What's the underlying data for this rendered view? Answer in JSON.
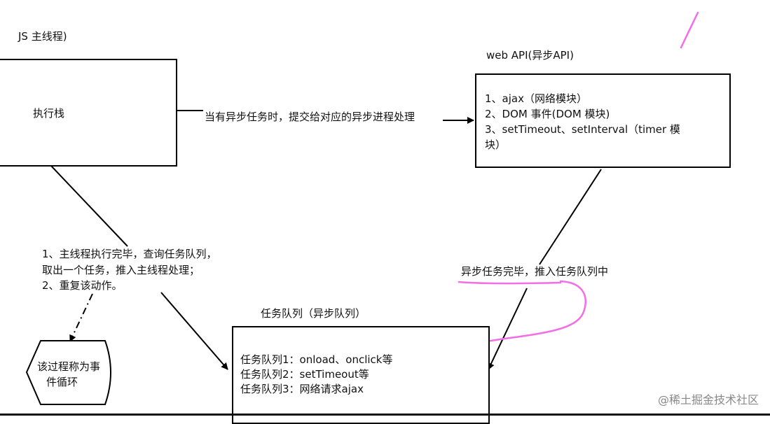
{
  "main_thread_title": "JS 主线程)",
  "exec_stack_label": "执行栈",
  "web_api_title": "web API(异步API)",
  "web_api_items": [
    "1、ajax（网络模块）",
    "2、DOM 事件(DOM 模块)",
    "3、setTimeout、setInterval（timer 模",
    "块）"
  ],
  "submit_label": "当有异步任务时，提交给对应的异步进程处理",
  "loop_notes": [
    "1、主线程执行完毕，查询任务队列，",
    "取出一个任务，推入主线程处理；",
    "2、重复该动作。"
  ],
  "async_done_label": "异步任务完毕，推入任务队列中",
  "queue_title": "任务队列（异步队列）",
  "queue_items": [
    "任务队列1：onload、onclick等",
    "任务队列2：setTimeout等",
    "任务队列3：网络请求ajax"
  ],
  "event_loop_shape": [
    "该过程称为事",
    "件循环"
  ],
  "watermark": "@稀土掘金技术社区",
  "colors": {
    "annotation": "#f36ee6",
    "stroke": "#000000"
  }
}
